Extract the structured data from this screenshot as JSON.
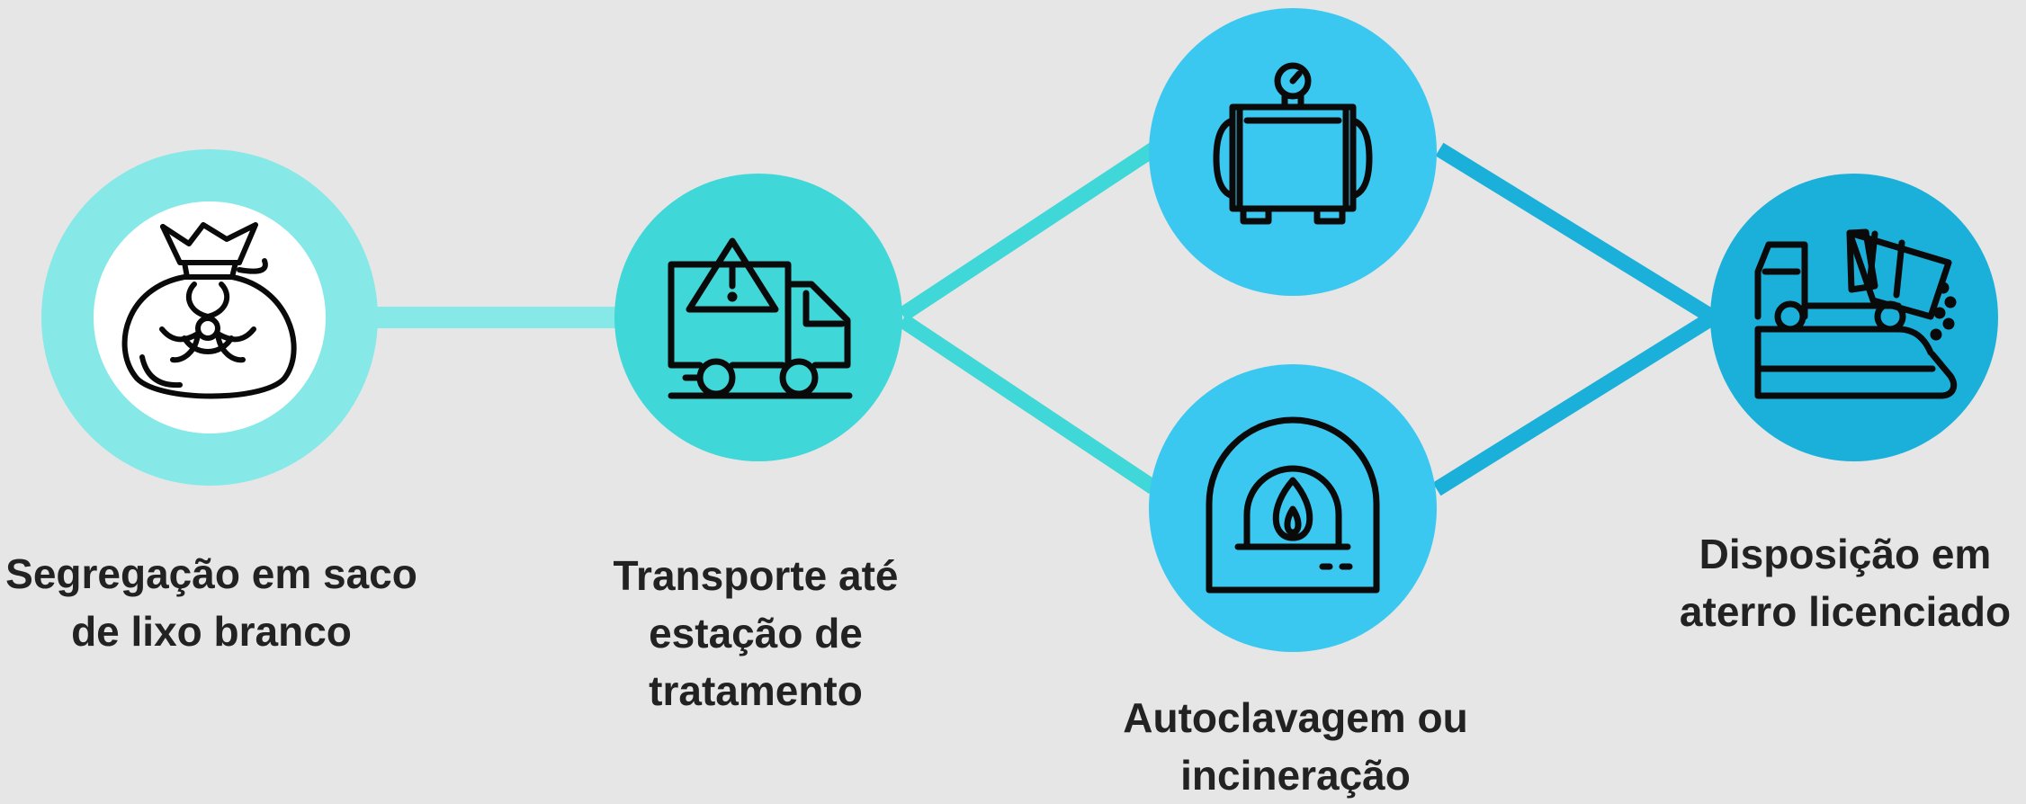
{
  "colors": {
    "background": "#e6e6e6",
    "step1_outer": "#87e8e8",
    "step1_inner": "#ffffff",
    "step2": "#3fd7d7",
    "step3": "#3bc8f0",
    "step4": "#1bb0d9",
    "connector_left": "#87e8e8",
    "connector_mid": "#3fd7d7",
    "connector_right": "#1bb0d9",
    "icon_stroke": "#0a0a0a",
    "label_text": "#222222"
  },
  "steps": [
    {
      "label": "Segregação em saco\nde lixo branco",
      "icon": "biohazard-bag-icon"
    },
    {
      "label": "Transporte até\nestação de\ntratamento",
      "icon": "hazard-truck-icon"
    },
    {
      "label": "Autoclavagem ou\nincineração",
      "icon_top": "autoclave-icon",
      "icon_bottom": "incinerator-icon"
    },
    {
      "label": "Disposição em\naterro licenciado",
      "icon": "landfill-dump-truck-icon"
    }
  ]
}
